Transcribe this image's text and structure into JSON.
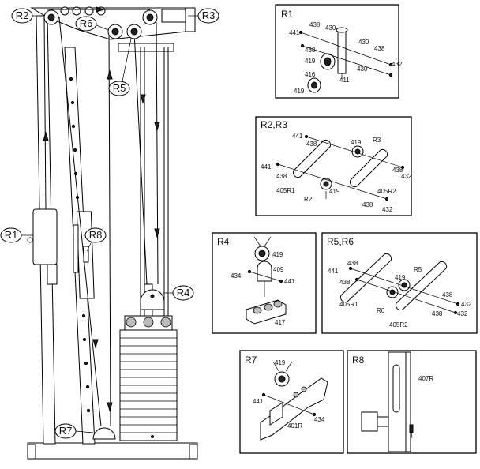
{
  "machine_labels": {
    "r1": "R1",
    "r2": "R2",
    "r3": "R3",
    "r4": "R4",
    "r5": "R5",
    "r6": "R6",
    "r7": "R7",
    "r8": "R8"
  },
  "panels": {
    "r1": {
      "title": "R1",
      "parts": [
        "441",
        "438",
        "430",
        "438",
        "430",
        "438",
        "432",
        "419",
        "416",
        "411",
        "430",
        "419"
      ]
    },
    "r2r3": {
      "title": "R2,R3",
      "parts": [
        "441",
        "438",
        "419",
        "R3",
        "441",
        "438",
        "438",
        "432",
        "405R1",
        "419",
        "405R2",
        "R2",
        "438",
        "432"
      ]
    },
    "r4": {
      "title": "R4",
      "parts": [
        "419",
        "409",
        "434",
        "441",
        "417"
      ]
    },
    "r5r6": {
      "title": "R5,R6",
      "parts": [
        "441",
        "438",
        "438",
        "419",
        "R5",
        "405R1",
        "R6",
        "438",
        "432",
        "438",
        "432",
        "405R2"
      ]
    },
    "r7": {
      "title": "R7",
      "parts": [
        "419",
        "441",
        "401R",
        "434"
      ]
    },
    "r8": {
      "title": "R8",
      "parts": [
        "407R"
      ]
    }
  }
}
